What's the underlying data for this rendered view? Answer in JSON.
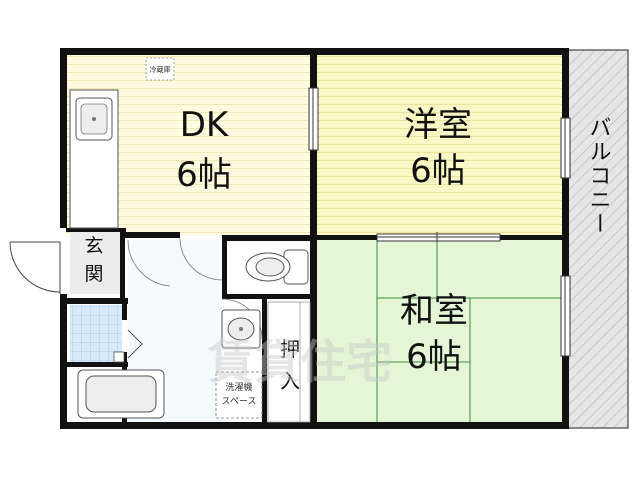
{
  "colors": {
    "wall": "#111111",
    "dk_floor": "#fffbe0",
    "yoshitsu_floor": "#fbf8c8",
    "washitsu_floor": "#e4f6d6",
    "bath_floor": "#d7ebfb",
    "corridor_floor": "#ffffff",
    "balcony": "#e3e3e3"
  },
  "icons": [
    "stove-hood-icon",
    "kitchen-sink-icon",
    "toilet-icon",
    "washbasin-icon",
    "bathtub-icon",
    "door-swing-icon",
    "watermark-logo"
  ],
  "rooms": {
    "dk": {
      "name": "DK",
      "size": "6帖"
    },
    "yoshitsu": {
      "name": "洋室",
      "size": "6帖"
    },
    "washitsu": {
      "name": "和室",
      "size": "6帖"
    },
    "genkan": {
      "line1": "玄",
      "line2": "関"
    },
    "oshiire": {
      "line1": "押",
      "line2": "入"
    },
    "balcony": {
      "label": "バルコニー"
    },
    "laundry": {
      "line1": "洗濯機",
      "line2": "スペース"
    }
  },
  "fixtures": {
    "hood_label": "冷蔵庫"
  },
  "watermark": {
    "text": "賃貸住宅"
  }
}
